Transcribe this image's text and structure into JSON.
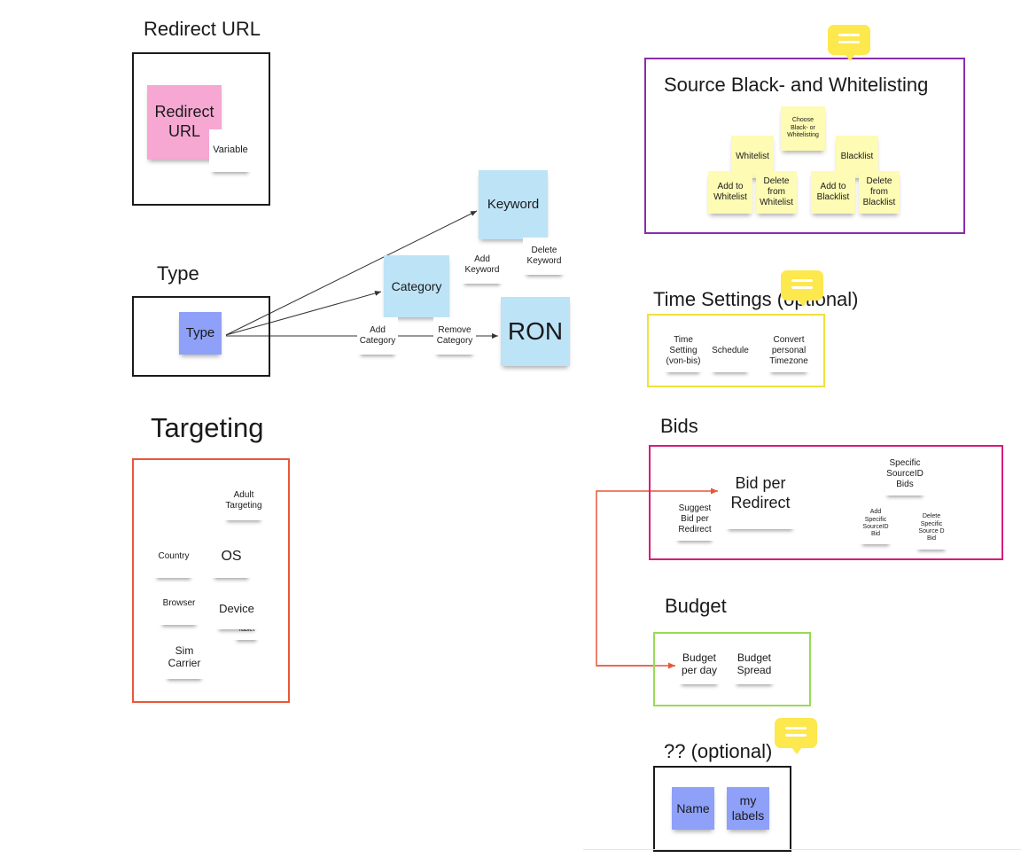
{
  "redirect": {
    "title": "Redirect URL",
    "note_redirect": "Redirect\nURL",
    "note_variable": "Variable"
  },
  "type": {
    "title": "Type",
    "note_type": "Type",
    "note_keyword": "Keyword",
    "note_add_keyword": "Add\nKeyword",
    "note_delete_keyword": "Delete\nKeyword",
    "note_category": "Category",
    "note_add_category": "Add\nCategory",
    "note_remove_category": "Remove\nCategory",
    "note_ron": "RON"
  },
  "targeting": {
    "title": "Targeting",
    "adult": "Adult\nTargeting",
    "country": "Country",
    "os": "OS",
    "browser": "Browser",
    "device": "Device",
    "tablet": "Tablet",
    "sim": "Sim\nCarrier"
  },
  "source": {
    "title": "Source Black- and Whitelisting",
    "choose": "Choose\nBlack- or\nWhitelisting",
    "whitelist": "Whitelist",
    "blacklist": "Blacklist",
    "add_whitelist": "Add to\nWhitelist",
    "delete_whitelist": "Delete\nfrom\nWhitelist",
    "add_blacklist": "Add to\nBlacklist",
    "delete_blacklist": "Delete\nfrom\nBlacklist"
  },
  "time": {
    "title": "Time Settings (optional)",
    "time_setting": "Time\nSetting\n(von-bis)",
    "schedule": "Schedule",
    "convert": "Convert\npersonal\nTimezone"
  },
  "bids": {
    "title": "Bids",
    "suggest": "Suggest\nBid per\nRedirect",
    "bid_per_redirect": "Bid per\nRedirect",
    "specific": "Specific\nSourceID\nBids",
    "add_specific": "Add\nSpecific\nSourceID\nBid",
    "delete_specific": "Delete\nSpecific\nSource D\nBid"
  },
  "budget": {
    "title": "Budget",
    "per_day": "Budget\nper day",
    "spread": "Budget\nSpread"
  },
  "optional": {
    "title": "?? (optional)",
    "name": "Name",
    "labels": "my\nlabels"
  },
  "icons": [
    "comment-icon",
    "arrow-icon"
  ],
  "colors": {
    "frame_black": "#1a1a1a",
    "frame_orange": "#e8573a",
    "frame_purple": "#8a2cac",
    "frame_yellow": "#f0e03a",
    "frame_magenta": "#d81b78",
    "frame_green": "#9ad957",
    "arrow_orange": "#e8573a",
    "comment_yellow": "#fde84d"
  }
}
